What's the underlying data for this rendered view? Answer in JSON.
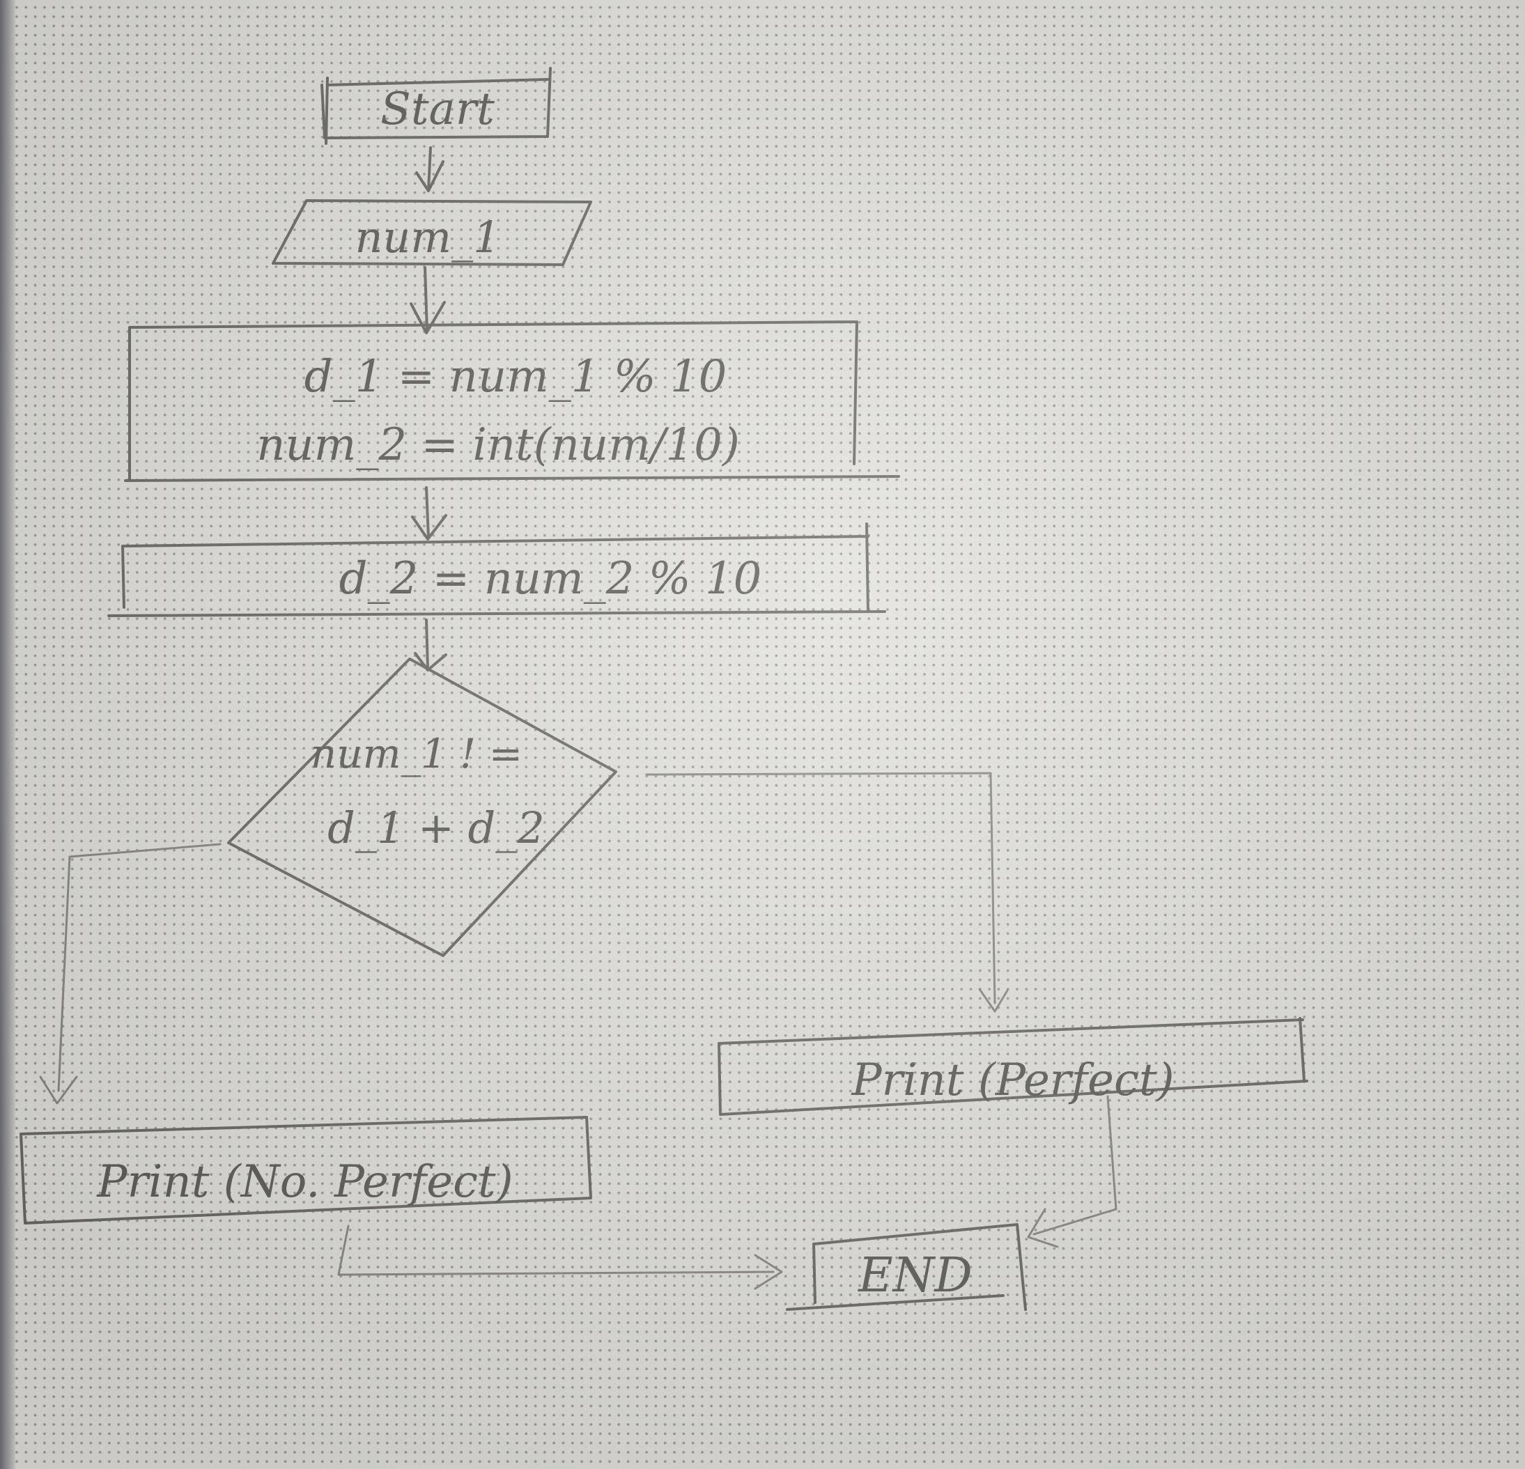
{
  "diagram": {
    "nodes": {
      "start": "Start",
      "input": "num_1",
      "process1_line1": "d_1 = num_1 % 10",
      "process1_line2": "num_2 = int(num/10)",
      "process2": "d_2 = num_2 % 10",
      "decision_line1": "num_1 ! =",
      "decision_line2": "d_1 + d_2",
      "print_perfect": "Print (Perfect)",
      "print_no_perfect": "Print (No. Perfect)",
      "end": "END"
    },
    "edges": [
      {
        "from": "start",
        "to": "input"
      },
      {
        "from": "input",
        "to": "process1"
      },
      {
        "from": "process1",
        "to": "process2"
      },
      {
        "from": "process2",
        "to": "decision"
      },
      {
        "from": "decision",
        "to": "print_perfect"
      },
      {
        "from": "decision",
        "to": "print_no_perfect"
      },
      {
        "from": "print_perfect",
        "to": "end"
      },
      {
        "from": "print_no_perfect",
        "to": "end"
      }
    ]
  }
}
